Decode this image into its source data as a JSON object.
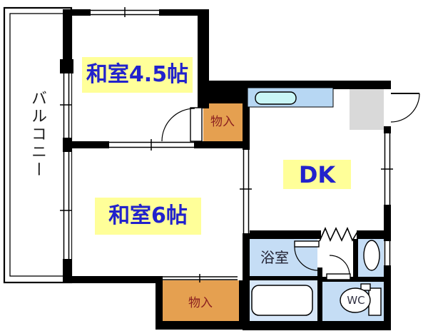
{
  "labels": {
    "balcony": "バルコニー",
    "washitsu_45": "和室4.5帖",
    "washitsu_6": "和室6帖",
    "dk": "DK",
    "bathroom": "浴室",
    "wc": "WC",
    "storage_upper": "物入",
    "storage_lower": "物入"
  },
  "colors": {
    "wall": "#000000",
    "label_bg": "#ffff99",
    "label_text": "#2222cc",
    "storage_fill": "#e5a050",
    "storage_text": "#8b2020",
    "wet_room_fill": "#c5ddf5",
    "washroom_fill": "#d7e7f9",
    "counter_fill": "#b7d7f3",
    "sink_fill": "#c9f6f6",
    "genkan_fill": "#d9d9d9",
    "balcony_text": "#1a1a1a",
    "bathroom_text": "#222233",
    "wc_text": "#333344"
  }
}
